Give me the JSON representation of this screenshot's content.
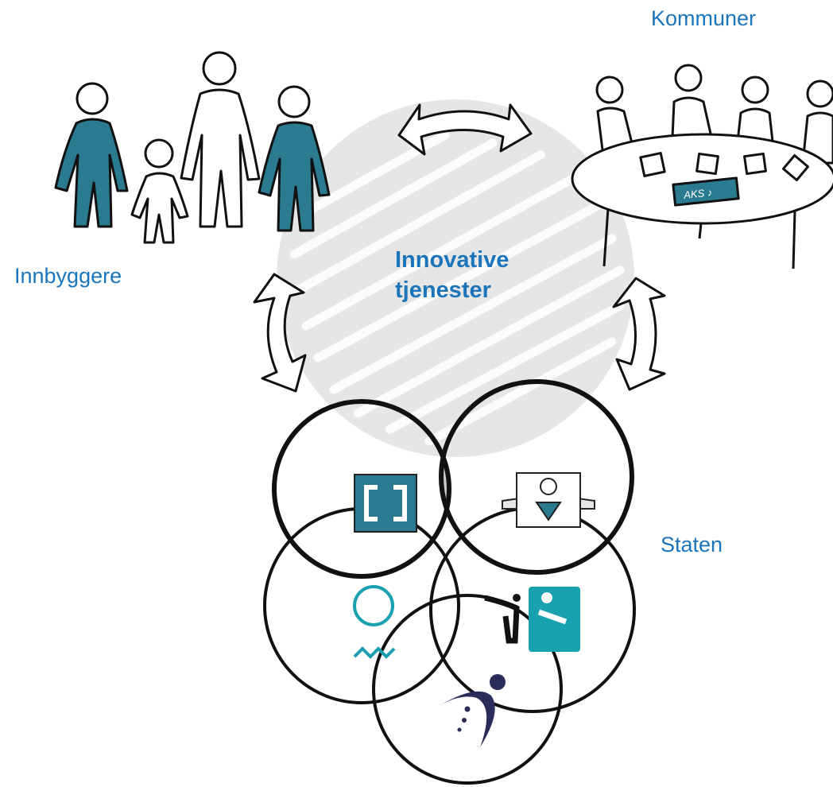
{
  "labels": {
    "kommuner": "Kommuner",
    "innbyggere": "Innbyggere",
    "staten": "Staten",
    "center_line1": "Innovative",
    "center_line2": "tjenester"
  },
  "sign_text": "AKS ♪",
  "colors": {
    "label_blue": "#1b75bb",
    "figure_teal": "#2a7a90",
    "logo_teal": "#1aa1b0",
    "circle_gray": "#e6e6e6",
    "overlap_gray": "#c9c9c9",
    "outline": "#111111",
    "navy": "#2a2c5a"
  },
  "icons": [
    "people-icon",
    "meeting-table-icon",
    "double-arrow-icon",
    "agency-logo-icon"
  ]
}
